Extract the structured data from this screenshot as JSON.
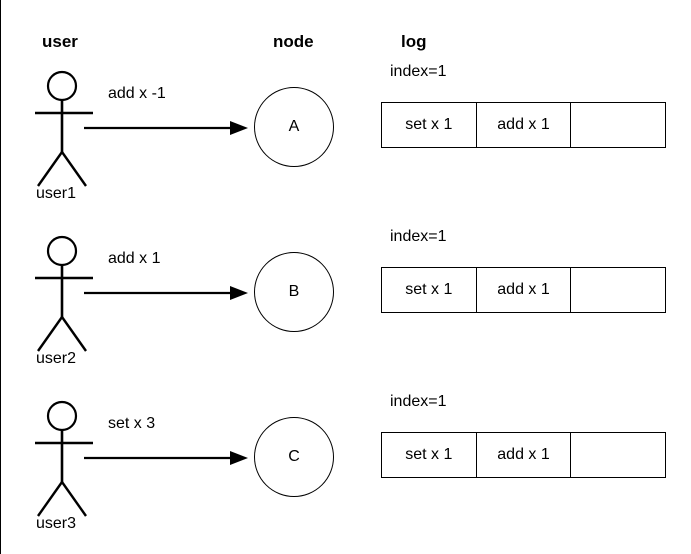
{
  "headers": {
    "user": "user",
    "node": "node",
    "log": "log"
  },
  "rows": [
    {
      "actor_label": "user1",
      "message": "add x -1",
      "node_label": "A",
      "log": {
        "index_label": "index=1",
        "cells": [
          "set x 1",
          "add x 1",
          ""
        ]
      }
    },
    {
      "actor_label": "user2",
      "message": "add x 1",
      "node_label": "B",
      "log": {
        "index_label": "index=1",
        "cells": [
          "set x 1",
          "add x 1",
          ""
        ]
      }
    },
    {
      "actor_label": "user3",
      "message": "set x 3",
      "node_label": "C",
      "log": {
        "index_label": "index=1",
        "cells": [
          "set x 1",
          "add x 1",
          ""
        ]
      }
    }
  ],
  "colors": {
    "stroke": "#000000",
    "background": "#ffffff"
  }
}
